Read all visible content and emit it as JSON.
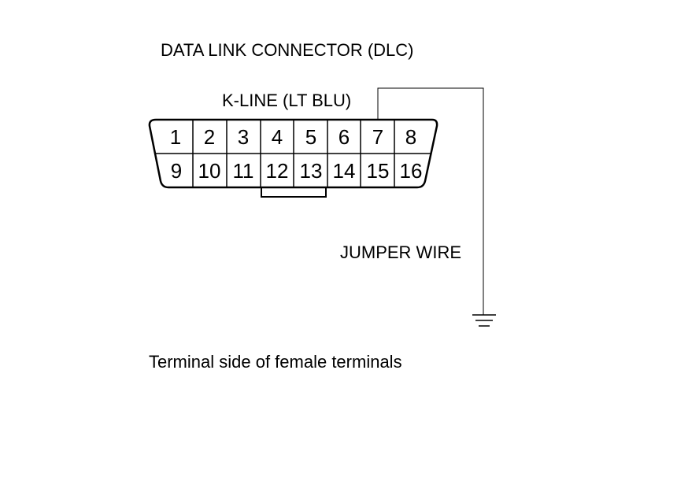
{
  "title": "DATA LINK CONNECTOR (DLC)",
  "k_line_label": "K-LINE (LT BLU)",
  "jumper_label": "JUMPER WIRE",
  "caption": "Terminal side of female terminals",
  "connector": {
    "top_pins": [
      "1",
      "2",
      "3",
      "4",
      "5",
      "6",
      "7",
      "8"
    ],
    "bottom_pins": [
      "9",
      "10",
      "11",
      "12",
      "13",
      "14",
      "15",
      "16"
    ],
    "bridged_pins": [
      "12",
      "13"
    ],
    "k_line_pin": "7"
  },
  "symbols": {
    "ground": "ground-symbol"
  }
}
